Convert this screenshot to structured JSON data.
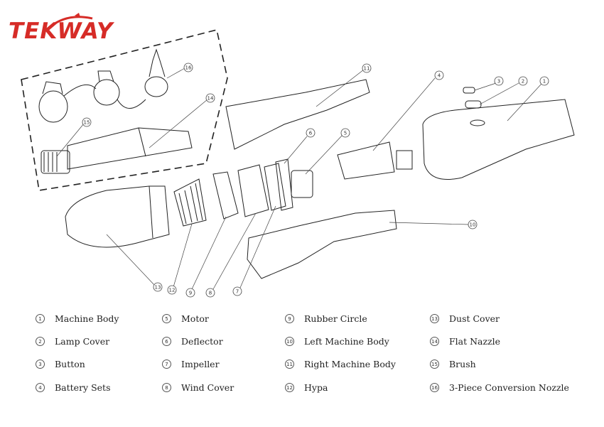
{
  "brand": {
    "logo_text": "TEKWAY",
    "color": "#d62c27"
  },
  "callouts": [
    "1",
    "2",
    "3",
    "4",
    "5",
    "6",
    "7",
    "8",
    "9",
    "10",
    "11",
    "12",
    "13",
    "14",
    "15",
    "16"
  ],
  "legend": [
    {
      "num": "1",
      "label": "Machine Body"
    },
    {
      "num": "2",
      "label": "Lamp Cover"
    },
    {
      "num": "3",
      "label": "Button"
    },
    {
      "num": "4",
      "label": "Battery Sets"
    },
    {
      "num": "5",
      "label": "Motor"
    },
    {
      "num": "6",
      "label": "Deflector"
    },
    {
      "num": "7",
      "label": "Impeller"
    },
    {
      "num": "8",
      "label": "Wind Cover"
    },
    {
      "num": "9",
      "label": "Rubber Circle"
    },
    {
      "num": "10",
      "label": "Left Machine Body"
    },
    {
      "num": "11",
      "label": "Right Machine Body"
    },
    {
      "num": "12",
      "label": "Hypa"
    },
    {
      "num": "13",
      "label": "Dust Cover"
    },
    {
      "num": "14",
      "label": "Flat Nazzle"
    },
    {
      "num": "15",
      "label": "Brush"
    },
    {
      "num": "16",
      "label": "3-Piece Conversion Nozzle"
    }
  ]
}
